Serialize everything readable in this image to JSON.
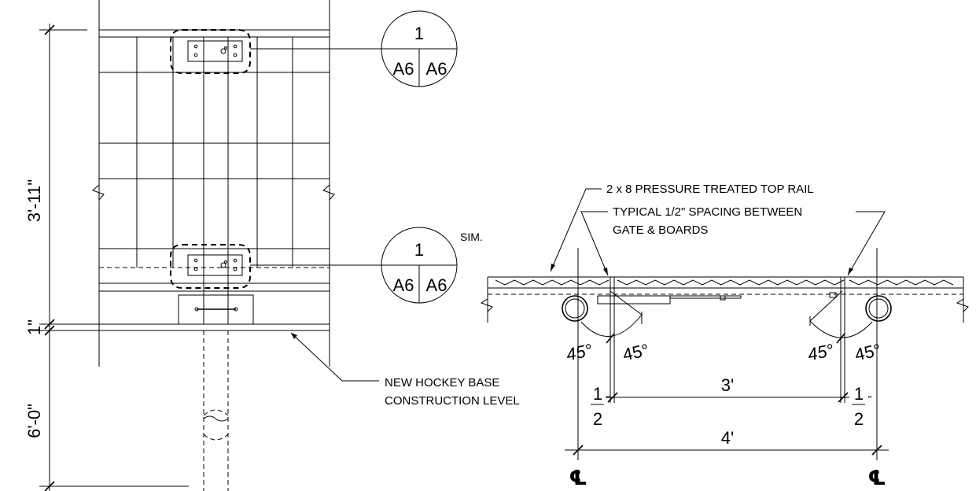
{
  "left_elevation": {
    "dim_upper": "3'-11\"",
    "dim_middle": "1\"",
    "dim_lower": "6'-0\"",
    "base_label_line1": "NEW HOCKEY BASE",
    "base_label_line2": "CONSTRUCTION LEVEL",
    "callout_top": {
      "number": "1",
      "sheet_left": "A6",
      "sheet_right": "A6"
    },
    "callout_bottom": {
      "number": "1",
      "sheet_left": "A6",
      "sheet_right": "A6",
      "note": "SIM."
    }
  },
  "plan_detail": {
    "label_top_rail": "2 x 8 PRESSURE TREATED TOP RAIL",
    "label_spacing_line1": "TYPICAL 1/2\" SPACING BETWEEN",
    "label_spacing_line2": "GATE & BOARDS",
    "angles": [
      "45°",
      "45°",
      "45°",
      "45°"
    ],
    "dim_inner": "3'",
    "dim_outer": "4'",
    "half_left_num": "1",
    "half_left_den": "2",
    "half_left_unit": "\"",
    "half_right_num": "1",
    "half_right_den": "2",
    "half_right_unit": "\"",
    "centerline_left": "℄",
    "centerline_right": "℄"
  }
}
